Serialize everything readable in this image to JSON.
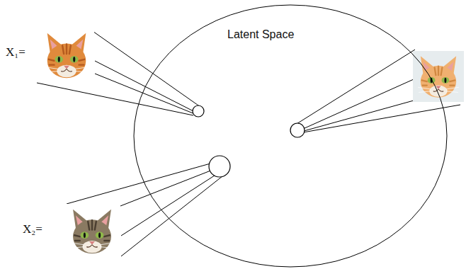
{
  "diagram": {
    "nodes": [
      {
        "text": [
          "Latent Space"
        ]
      }
    ],
    "labels": [
      "X₁=",
      "X₂="
    ]
  }
}
